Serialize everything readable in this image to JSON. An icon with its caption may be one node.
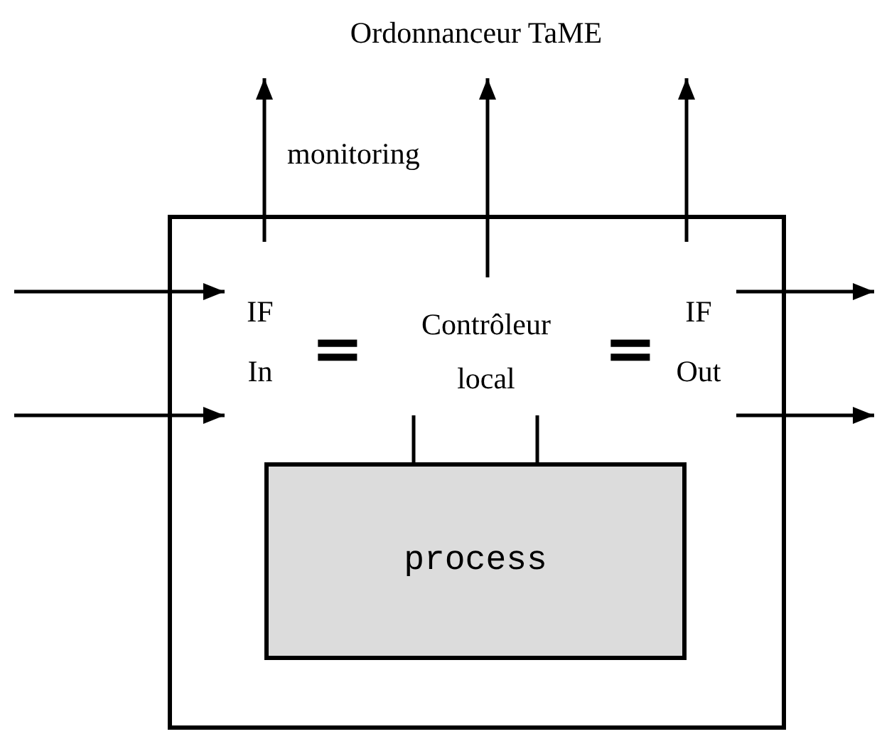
{
  "diagram": {
    "nodes": [
      {
        "text": [],
        "shape": "box"
      },
      {
        "text": [
          "IF In"
        ],
        "in": 0
      },
      {
        "text": [
          "Contrôleur local"
        ],
        "in": 0
      },
      {
        "text": [
          "IF Out"
        ],
        "in": 0
      },
      {
        "text": [
          "process"
        ],
        "in": 0
      },
      {
        "text": [
          "Ordonnanceur TaME"
        ]
      }
    ],
    "edges": [
      {
        "from": null,
        "to": 1,
        "arrow": "to"
      },
      {
        "from": null,
        "to": 1,
        "arrow": "to"
      },
      {
        "from": 3,
        "to": null,
        "arrow": "to"
      },
      {
        "from": 3,
        "to": null,
        "arrow": "to"
      },
      {
        "from": 1,
        "to": 5,
        "arrow": "to",
        "label": "monitoring"
      },
      {
        "from": 2,
        "to": 5,
        "arrow": "to"
      },
      {
        "from": 3,
        "to": 5,
        "arrow": "to"
      },
      {
        "from": 2,
        "to": 4,
        "arrow": "none"
      },
      {
        "from": 2,
        "to": 4,
        "arrow": "none"
      }
    ],
    "labels": [
      "=",
      "="
    ]
  }
}
